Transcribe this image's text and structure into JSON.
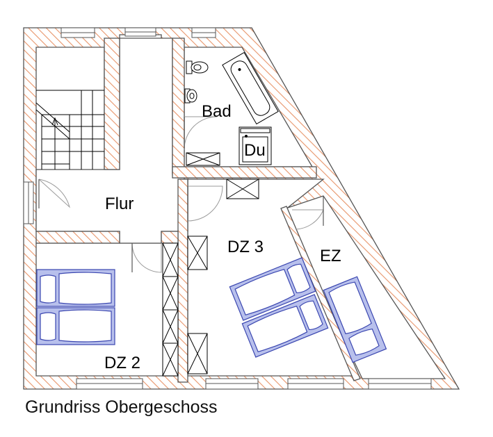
{
  "rooms": {
    "bad": "Bad",
    "du": "Du",
    "flur": "Flur",
    "dz3": "DZ 3",
    "ez": "EZ",
    "dz2": "DZ 2"
  },
  "caption": "Grundriss Obergeschoss",
  "colors": {
    "wall_hatch": "#e8956a",
    "wall_line": "#555555",
    "bed_fill": "#b8c0ec",
    "bed_stroke": "#3a46b0",
    "furniture": "#000000",
    "door_arc": "#9a9a9a"
  }
}
